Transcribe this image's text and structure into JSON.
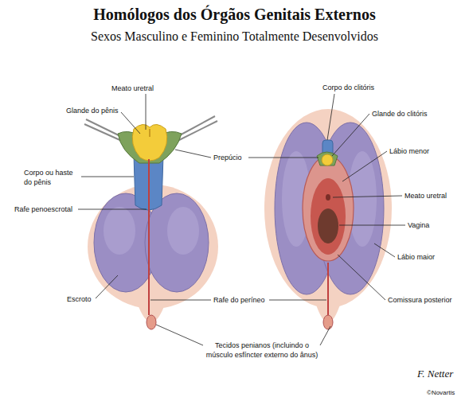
{
  "diagram": {
    "title": "Homólogos dos Órgãos Genitais Externos",
    "caption": "Sexos Masculino e Feminino Totalmente Desenvolvidos",
    "labels": [
      "Meato uretral",
      "Glande do pênis",
      "Corpo ou haste do pênis",
      "Rafe penoescrotal",
      "Escroto",
      "Prepúcio",
      "Corpo do clitóris",
      "Glande do clitóris",
      "Lábio menor",
      "Meato uretral",
      "Vagina",
      "Lábio maior",
      "Comissura posterior",
      "Rafe do períneo",
      "Tecidos penianos (incluindo o músculo esfíncter externo do ânus)",
      "F. Netter",
      "©Novartis"
    ]
  }
}
